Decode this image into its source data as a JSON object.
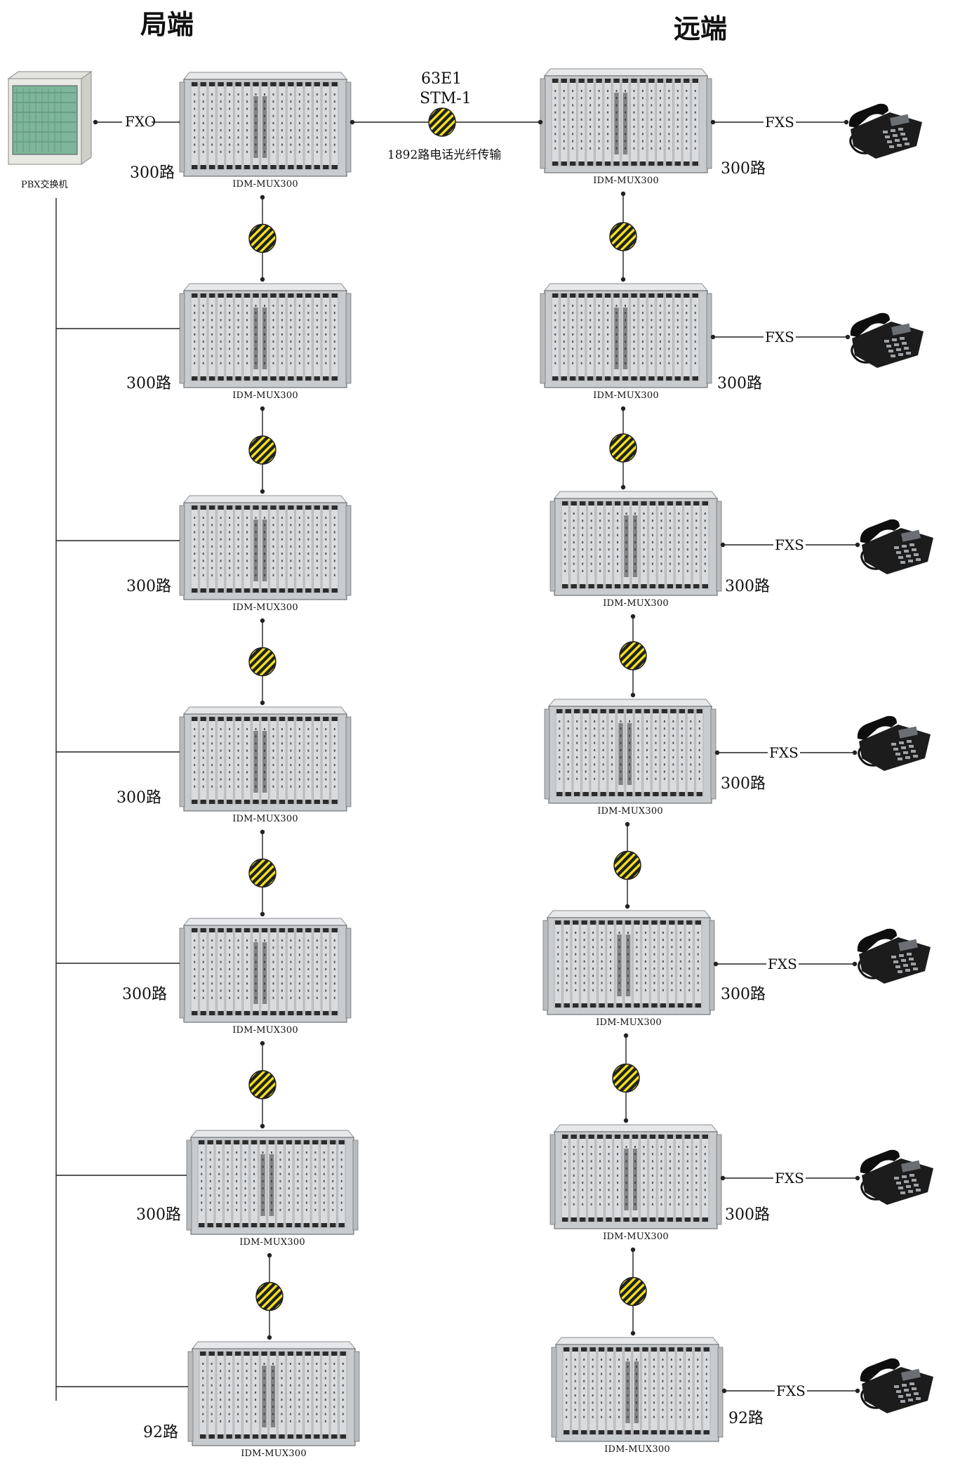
{
  "headers": {
    "local": "局端",
    "remote": "远端"
  },
  "pbx": {
    "label": "PBX交换机"
  },
  "trunk": {
    "line1": "63E1",
    "line2": "STM-1",
    "note": "1892路电话光纤传输"
  },
  "fxo_label": "FXO",
  "fxs_label": "FXS",
  "colors": {
    "fiber_fill": "#f2e21a",
    "fiber_stripe": "#222222",
    "chassis": "#c9cccf",
    "line": "#222222"
  },
  "local_units": [
    {
      "model": "IDM-MUX300",
      "channels": "300路"
    },
    {
      "model": "IDM-MUX300",
      "channels": "300路"
    },
    {
      "model": "IDM-MUX300",
      "channels": "300路"
    },
    {
      "model": "IDM-MUX300",
      "channels": "300路"
    },
    {
      "model": "IDM-MUX300",
      "channels": "300路"
    },
    {
      "model": "IDM-MUX300",
      "channels": "300路"
    },
    {
      "model": "IDM-MUX300",
      "channels": "92路"
    }
  ],
  "remote_units": [
    {
      "model": "IDM-MUX300",
      "channels": "300路",
      "fxs": "FXS"
    },
    {
      "model": "IDM-MUX300",
      "channels": "300路",
      "fxs": "FXS"
    },
    {
      "model": "IDM-MUX300",
      "channels": "300路",
      "fxs": "FXS"
    },
    {
      "model": "IDM-MUX300",
      "channels": "300路",
      "fxs": "FXS"
    },
    {
      "model": "IDM-MUX300",
      "channels": "300路",
      "fxs": "FXS"
    },
    {
      "model": "IDM-MUX300",
      "channels": "300路",
      "fxs": "FXS"
    },
    {
      "model": "IDM-MUX300",
      "channels": "92路",
      "fxs": "FXS"
    }
  ]
}
